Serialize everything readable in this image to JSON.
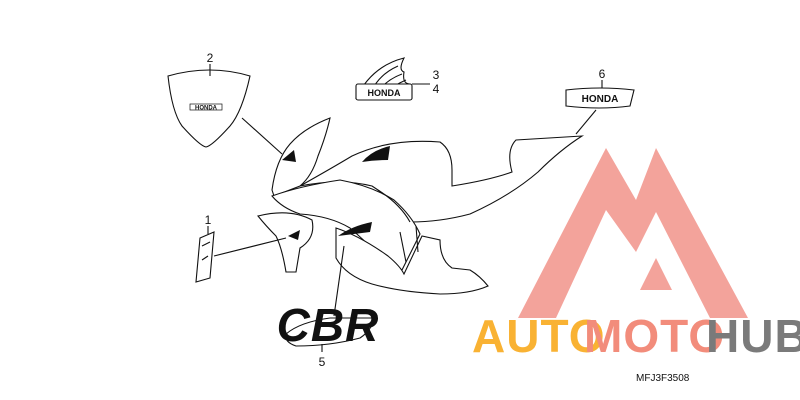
{
  "callouts": {
    "c1": "1",
    "c2": "2",
    "c3": "3",
    "c4": "4",
    "c5": "5",
    "c6": "6"
  },
  "decals": {
    "brand": "HONDA",
    "model": "CBR"
  },
  "diagram_code": "MFJ3F3508",
  "watermark": {
    "word_1": "AUTO",
    "word_2": "MOTO",
    "word_3": "HUB",
    "colors": {
      "auto": "#F9B233",
      "moto": "#F28C7B",
      "hub": "#7A7A7A",
      "mark": "#F08A80"
    }
  }
}
